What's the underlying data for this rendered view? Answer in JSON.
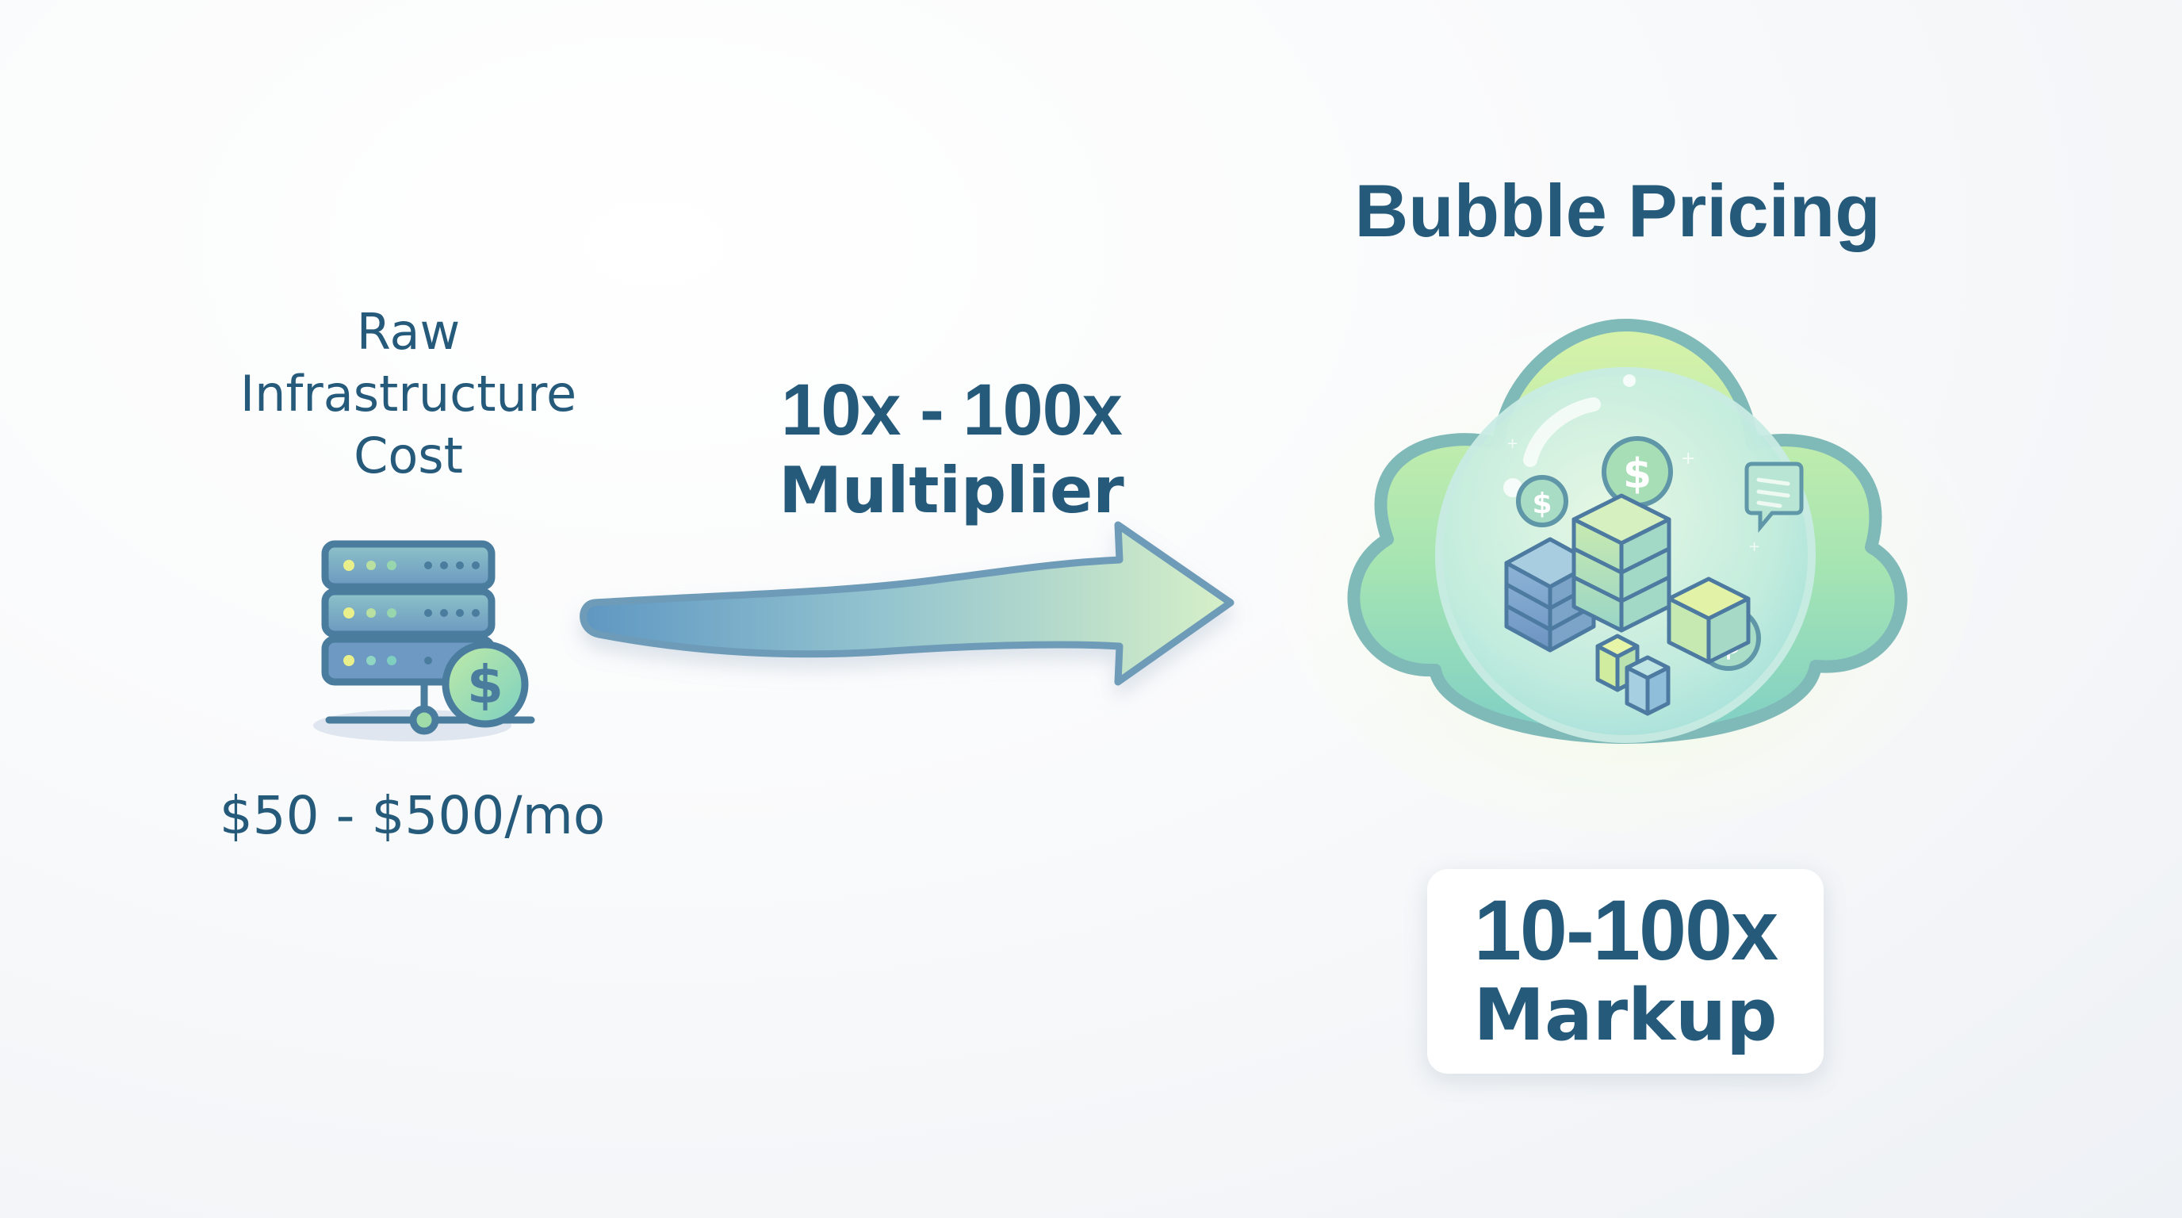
{
  "left_panel": {
    "label_lines": [
      "Raw",
      "Infrastructure",
      "Cost"
    ],
    "price_range": "$50 - $500/mo",
    "icon": "server-stack-with-dollar-coin-icon"
  },
  "middle": {
    "multiplier_range": "10x - 100x",
    "multiplier_label": "Multiplier",
    "icon": "curved-right-arrow-icon"
  },
  "right_panel": {
    "title": "Bubble Pricing",
    "icon": "cloud-bubble-with-servers-and-dollar-coins-icon",
    "markup_value": "10-100x",
    "markup_label": "Markup"
  },
  "colors": {
    "text_primary": "#255a7b",
    "icon_stroke": "#4a7c9e",
    "server_fill": "#6fa3bf",
    "accent_green": "#a8e3a0",
    "accent_teal": "#7fcfc0",
    "arrow_start": "#5f97c2",
    "arrow_end": "#d6f0c8",
    "background": "#f6f8fa"
  }
}
